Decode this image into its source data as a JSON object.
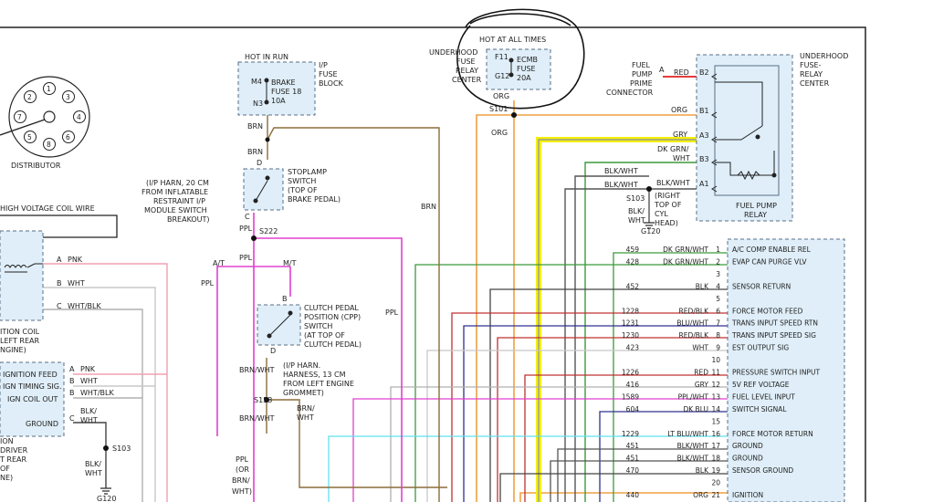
{
  "fuse_relay_center_left": {
    "title": "UNDERHOOD FUSE RELAY CENTER",
    "lines": [
      "UNDERHOOD",
      "FUSE",
      "RELAY",
      "CENTER"
    ]
  },
  "hot_at_all_times": "HOT AT ALL TIMES",
  "ecmb_fuse": {
    "pin_top": "F11",
    "pin_bottom": "G12",
    "lines": [
      "ECMB",
      "FUSE",
      "20A"
    ]
  },
  "hot_in_run": "HOT IN RUN",
  "brake_fuse": {
    "pin_top": "M4",
    "pin_bottom": "N3",
    "lines": [
      "BRAKE",
      "FUSE 18",
      "10A"
    ]
  },
  "ip_fuse_block": {
    "lines": [
      "I/P",
      "FUSE",
      "BLOCK"
    ]
  },
  "distributor": {
    "label": "DISTRIBUTOR",
    "terminals": [
      "1",
      "2",
      "3",
      "4",
      "5",
      "6",
      "7",
      "8"
    ]
  },
  "splices": {
    "s101": "S101",
    "s222": "S222",
    "s153": "S153",
    "s103a": "S103",
    "s103b": "S103"
  },
  "grounds": {
    "g120a": "G120",
    "g120b": "G120"
  },
  "wire_labels": {
    "brn1": "BRN",
    "brn2": "BRN",
    "brn3": "BRN",
    "d_pin": "D",
    "c_pin": "C",
    "org1": "ORG",
    "org2": "ORG",
    "org_b1": "ORG",
    "red_b2": "RED",
    "gry_a3": "GRY",
    "dkgrn_b3a": "DK GRN/",
    "dkgrn_b3b": "WHT",
    "blkwht_a1": "BLK/WHT",
    "blkwht1": "BLK/WHT",
    "ppl1": "PPL",
    "ppl2": "PPL",
    "ppl3": "PPL",
    "ppl4": "PPL",
    "at": "A/T",
    "mt": "M/T",
    "b_pin": "B",
    "d_pin2": "D",
    "brnwht1": "BRN/WHT",
    "brnwht2": "BRN/WHT",
    "brnwht3a": "BRN/",
    "brnwht3b": "WHT",
    "pplor": "(OR",
    "pplbrn": "BRN/",
    "pplwht": "WHT)",
    "ppl5": "PPL",
    "blkw1": "BLK/",
    "blkw2": "WHT",
    "blk_wht_lower1": "BLK/",
    "blk_wht_lower2": "WHT",
    "blkwht_g": "BLK/",
    "blkwht_g2": "WHT"
  },
  "fuel_pump_connector": {
    "lines": [
      "FUEL",
      "PUMP",
      "PRIME",
      "CONNECTOR"
    ],
    "pin": "A"
  },
  "fuel_pump_relay": {
    "label": "FUEL PUMP",
    "label2": "RELAY",
    "pins": [
      "B2",
      "B1",
      "A3",
      "B3",
      "A1"
    ]
  },
  "fuse_relay_center_right": {
    "lines": [
      "UNDERHOOD",
      "FUSE-",
      "RELAY",
      "CENTER"
    ]
  },
  "s103_note": {
    "lines": [
      "(RIGHT",
      "TOP OF",
      "CYL",
      "HEAD)"
    ]
  },
  "stoplamp_switch": {
    "lines": [
      "STOPLAMP",
      "SWITCH",
      "(TOP OF",
      "BRAKE PEDAL)"
    ]
  },
  "ip_harness_note": {
    "lines": [
      "(I/P HARN, 20 CM",
      "FROM INFLATABLE",
      "RESTRAINT I/P",
      "MODULE SWITCH",
      "BREAKOUT)"
    ]
  },
  "cpp_switch": {
    "lines": [
      "CLUTCH PEDAL",
      "POSITION (CPP)",
      "SWITCH",
      "(AT TOP OF",
      "CLUTCH PEDAL)"
    ]
  },
  "ip_harn_note2": {
    "lines": [
      "(I/P HARN.",
      "HARNESS, 13 CM",
      "FROM LEFT ENGINE",
      "GROMMET)"
    ]
  },
  "hv_coil_wire": "HIGH VOLTAGE COIL WIRE",
  "ignition_coil": {
    "pins": [
      "A",
      "B",
      "C"
    ],
    "wires": [
      "PNK",
      "WHT",
      "WHT/BLK"
    ],
    "lines": [
      "ITION COIL",
      "LEFT REAR",
      "NGINE)"
    ]
  },
  "ignition_module": {
    "pins": [
      "A",
      "B",
      "B",
      "C"
    ],
    "wires": [
      "PNK",
      "WHT",
      "WHT/BLK"
    ],
    "labels": [
      "IGNITION FEED",
      "IGN TIMING SIG.",
      "IGN COIL OUT",
      "GROUND"
    ],
    "lines": [
      "ION",
      "DRIVER",
      "T REAR",
      "OF",
      "NE)"
    ]
  },
  "ecm_connector": {
    "rows": [
      {
        "circuit": "459",
        "wire": "DK GRN/WHT",
        "pin": "1",
        "label": "A/C COMP ENABLE REL"
      },
      {
        "circuit": "428",
        "wire": "DK GRN/WHT",
        "pin": "2",
        "label": "EVAP CAN PURGE VLV"
      },
      {
        "circuit": "",
        "wire": "",
        "pin": "3",
        "label": ""
      },
      {
        "circuit": "452",
        "wire": "BLK",
        "pin": "4",
        "label": "SENSOR RETURN"
      },
      {
        "circuit": "",
        "wire": "",
        "pin": "5",
        "label": ""
      },
      {
        "circuit": "1228",
        "wire": "RED/BLK",
        "pin": "6",
        "label": "FORCE MOTOR FEED"
      },
      {
        "circuit": "1231",
        "wire": "BLU/WHT",
        "pin": "7",
        "label": "TRANS INPUT SPEED RTN"
      },
      {
        "circuit": "1230",
        "wire": "RED/BLK",
        "pin": "8",
        "label": "TRANS INPUT SPEED SIG"
      },
      {
        "circuit": "423",
        "wire": "WHT",
        "pin": "9",
        "label": "EST OUTPUT SIG"
      },
      {
        "circuit": "",
        "wire": "",
        "pin": "10",
        "label": ""
      },
      {
        "circuit": "1226",
        "wire": "RED",
        "pin": "11",
        "label": "PRESSURE SWITCH INPUT"
      },
      {
        "circuit": "416",
        "wire": "GRY",
        "pin": "12",
        "label": "5V REF VOLTAGE"
      },
      {
        "circuit": "1589",
        "wire": "PPL/WHT",
        "pin": "13",
        "label": "FUEL LEVEL INPUT"
      },
      {
        "circuit": "604",
        "wire": "DK BLU",
        "pin": "14",
        "label": "SWITCH SIGNAL"
      },
      {
        "circuit": "",
        "wire": "",
        "pin": "15",
        "label": ""
      },
      {
        "circuit": "1229",
        "wire": "LT BLU/WHT",
        "pin": "16",
        "label": "FORCE MOTOR RETURN"
      },
      {
        "circuit": "451",
        "wire": "BLK/WHT",
        "pin": "17",
        "label": "GROUND"
      },
      {
        "circuit": "451",
        "wire": "BLK/WHT",
        "pin": "18",
        "label": "GROUND"
      },
      {
        "circuit": "470",
        "wire": "BLK",
        "pin": "19",
        "label": "SENSOR GROUND"
      },
      {
        "circuit": "",
        "wire": "",
        "pin": "20",
        "label": ""
      },
      {
        "circuit": "440",
        "wire": "ORG",
        "pin": "21",
        "label": "IGNITION"
      }
    ]
  },
  "colors": {
    "box_fill": "#dfeef8",
    "box_stroke": "#5a6e86",
    "brn": "#8b6d3a",
    "org": "#f0a040",
    "red": "#e02020",
    "gry": "#9a9a9a",
    "green": "#3a9a3a",
    "blk": "#333333",
    "ppl": "#e040d0",
    "pnk": "#f0a0b0",
    "wht": "#bcbcbc",
    "blu": "#303090",
    "ltblu": "#60e0f0",
    "yellow": "#f4f000"
  }
}
